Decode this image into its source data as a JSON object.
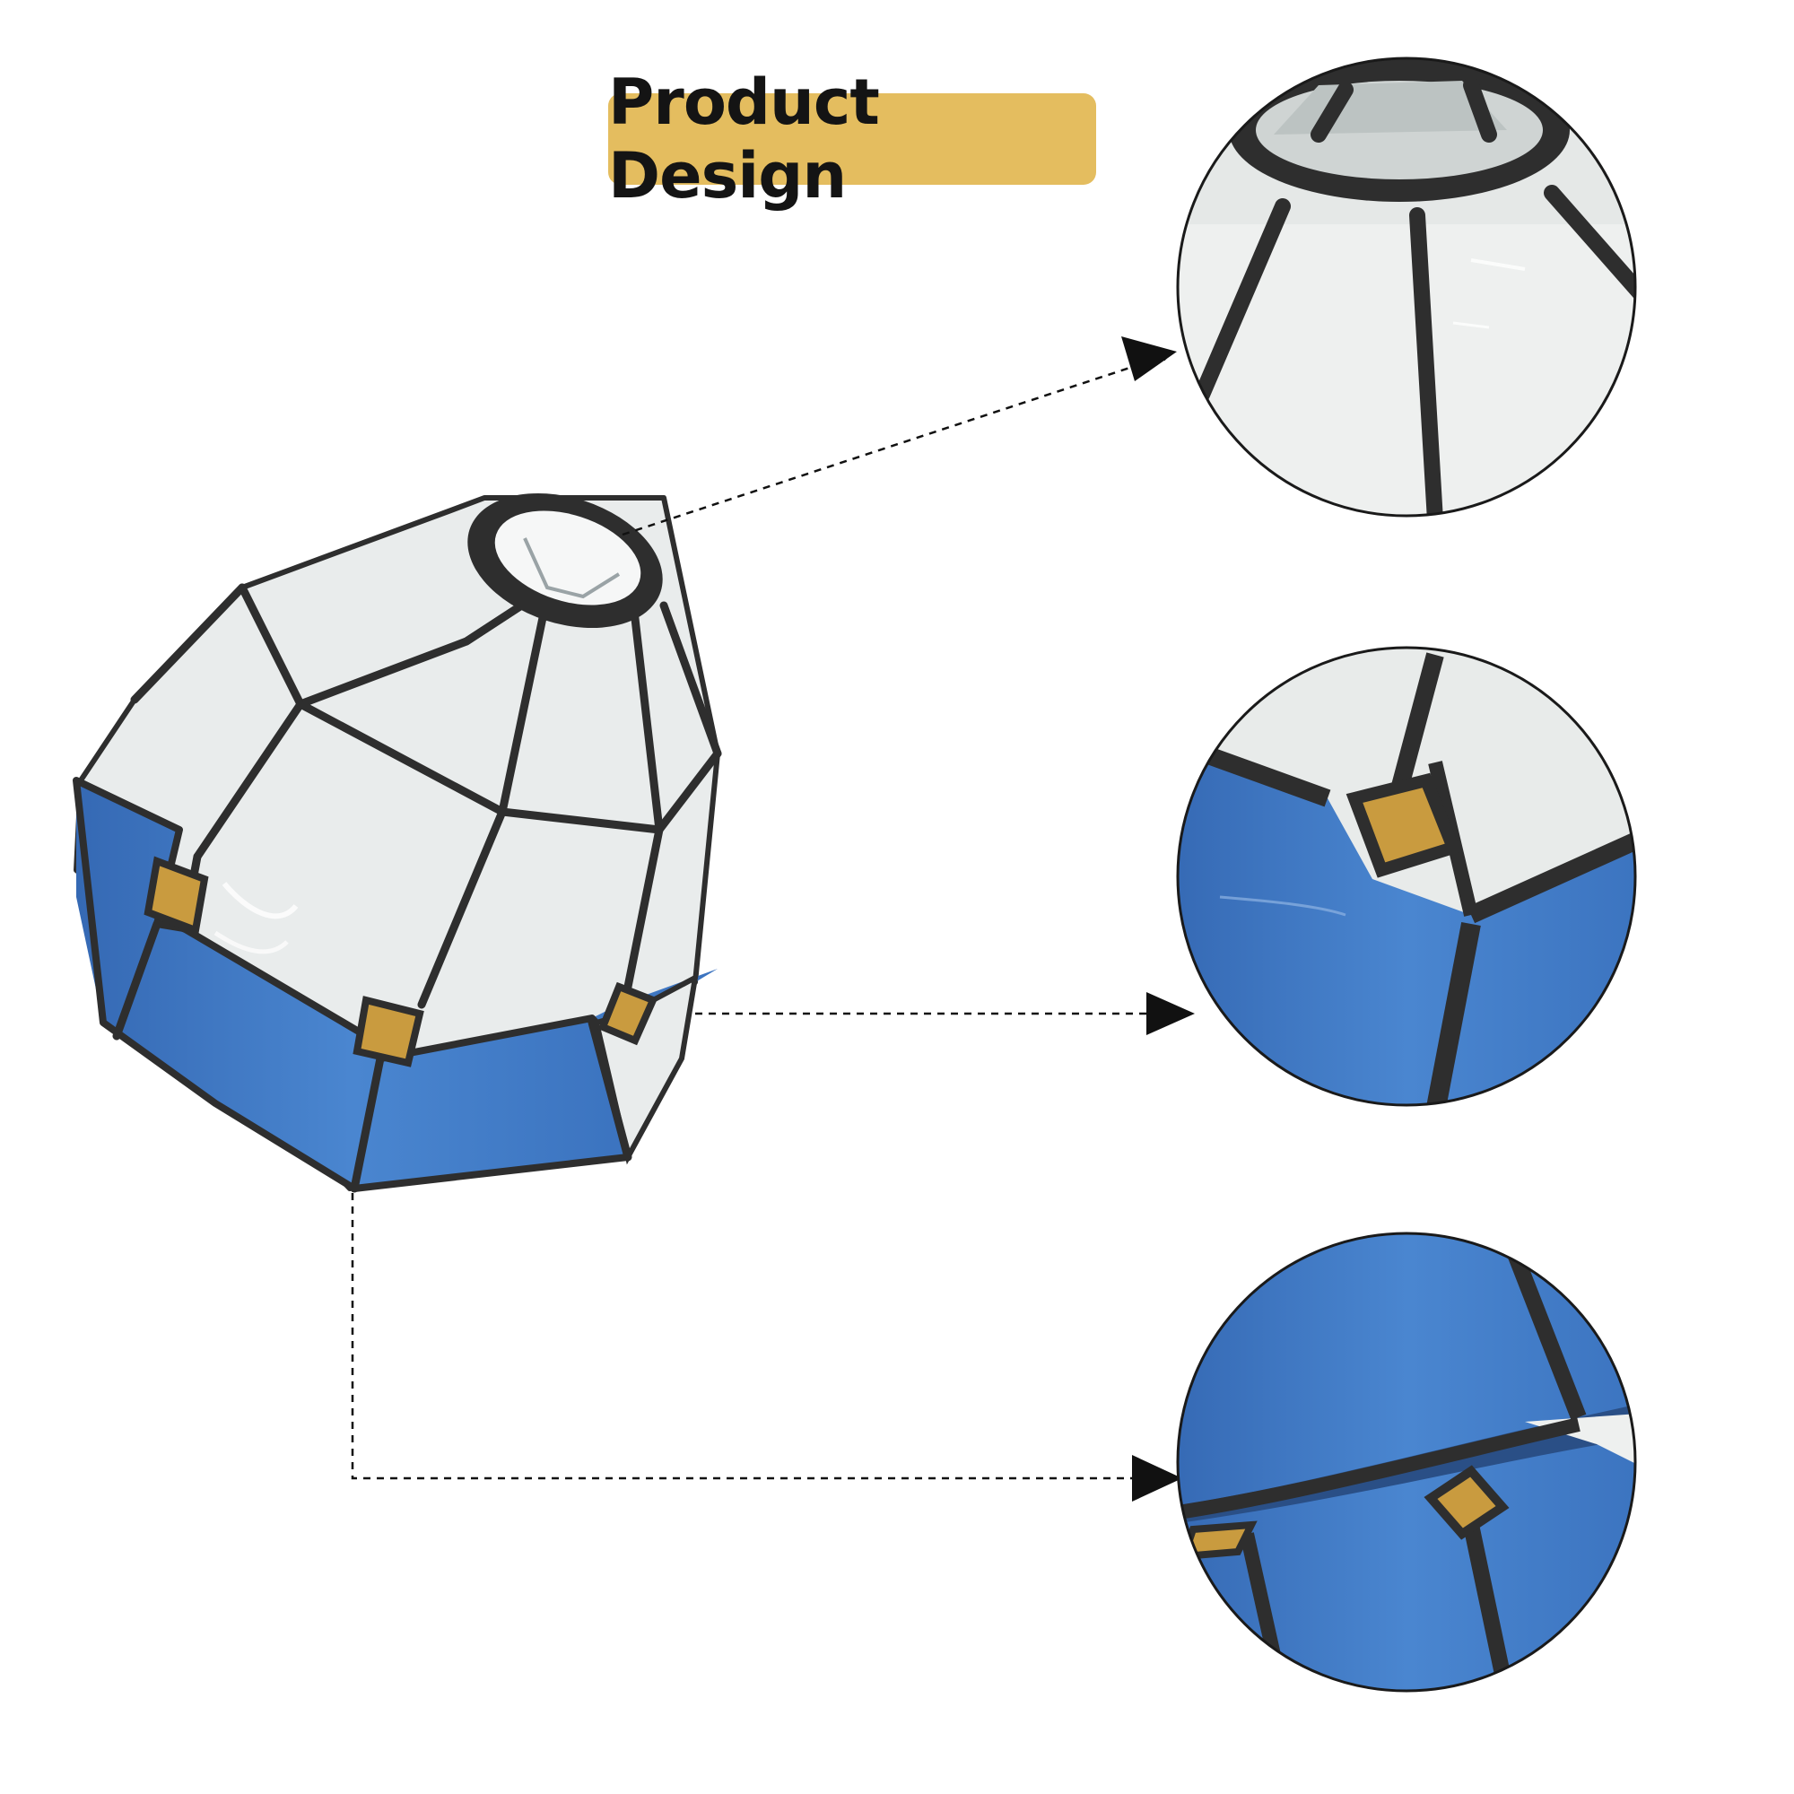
{
  "badge": {
    "title": "Product Design",
    "background_color": "#e4bd5f",
    "text_color": "#141414"
  },
  "product": {
    "name_icon": "stained-glass-lamp-shade",
    "colors": {
      "white_glass": "#e9ecec",
      "blue_glass": "#3f78c4",
      "amber_jewel": "#c99b3f",
      "lead_came": "#2e2e2e"
    }
  },
  "callouts": [
    {
      "name": "top-detail",
      "icon": "zoom-detail-white-glass-top"
    },
    {
      "name": "middle-detail",
      "icon": "zoom-detail-amber-jewel"
    },
    {
      "name": "bottom-detail",
      "icon": "zoom-detail-blue-rim"
    }
  ]
}
